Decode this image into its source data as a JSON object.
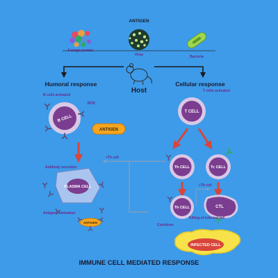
{
  "header": {
    "antigen": "ANTIGEN"
  },
  "sources": {
    "foreign_protein": "Foreign protein",
    "virus": "Virus",
    "bacteria": "Bacteria"
  },
  "host": "Host",
  "humoral": {
    "title": "Humoral response",
    "b_cells_activated": "B cells activated",
    "bcr": "BCR",
    "b_cell": "B CELL",
    "antigen_badge": "ANTIGEN",
    "antibody_secretion": "Antibody secretion",
    "plasma_cell": "PLASMA CELL",
    "antigen_elimination": "Antigen elimination",
    "antigen_small": "ANTIGEN"
  },
  "cellular": {
    "title": "Cellular response",
    "t_cells_activated": "T cells activated",
    "t_cell": "T CELL",
    "th_cell": "Th CELL",
    "tc_cell": "Tc CELL",
    "th_cell_2": "Th CELL",
    "ctl": "CTL",
    "plus_th_cell_center": "+Th cell",
    "plus_th_cell_right": "+Th cell",
    "cytokines": "Cytokines",
    "killing": "Killing of infected cell",
    "infected_cell": "INFECTED CELL"
  },
  "footer": {
    "title": "IMMUNE CELL MEDIATED RESPONSE"
  },
  "colors": {
    "background": "#3d9be9",
    "cell_purple": "#7b3d8f",
    "cell_border": "#d9c8e6",
    "arrow_red": "#d9453a",
    "antigen_orange": "#f6a51e",
    "plasma_blue": "#a9c4ef",
    "infected_yellow": "#f7e24a",
    "label_purple": "#6a2a8c"
  },
  "icons": [
    "protein-blob-icon",
    "virus-particle-icon",
    "bacterium-icon",
    "mouse-host-icon",
    "y-antibody-icon"
  ]
}
